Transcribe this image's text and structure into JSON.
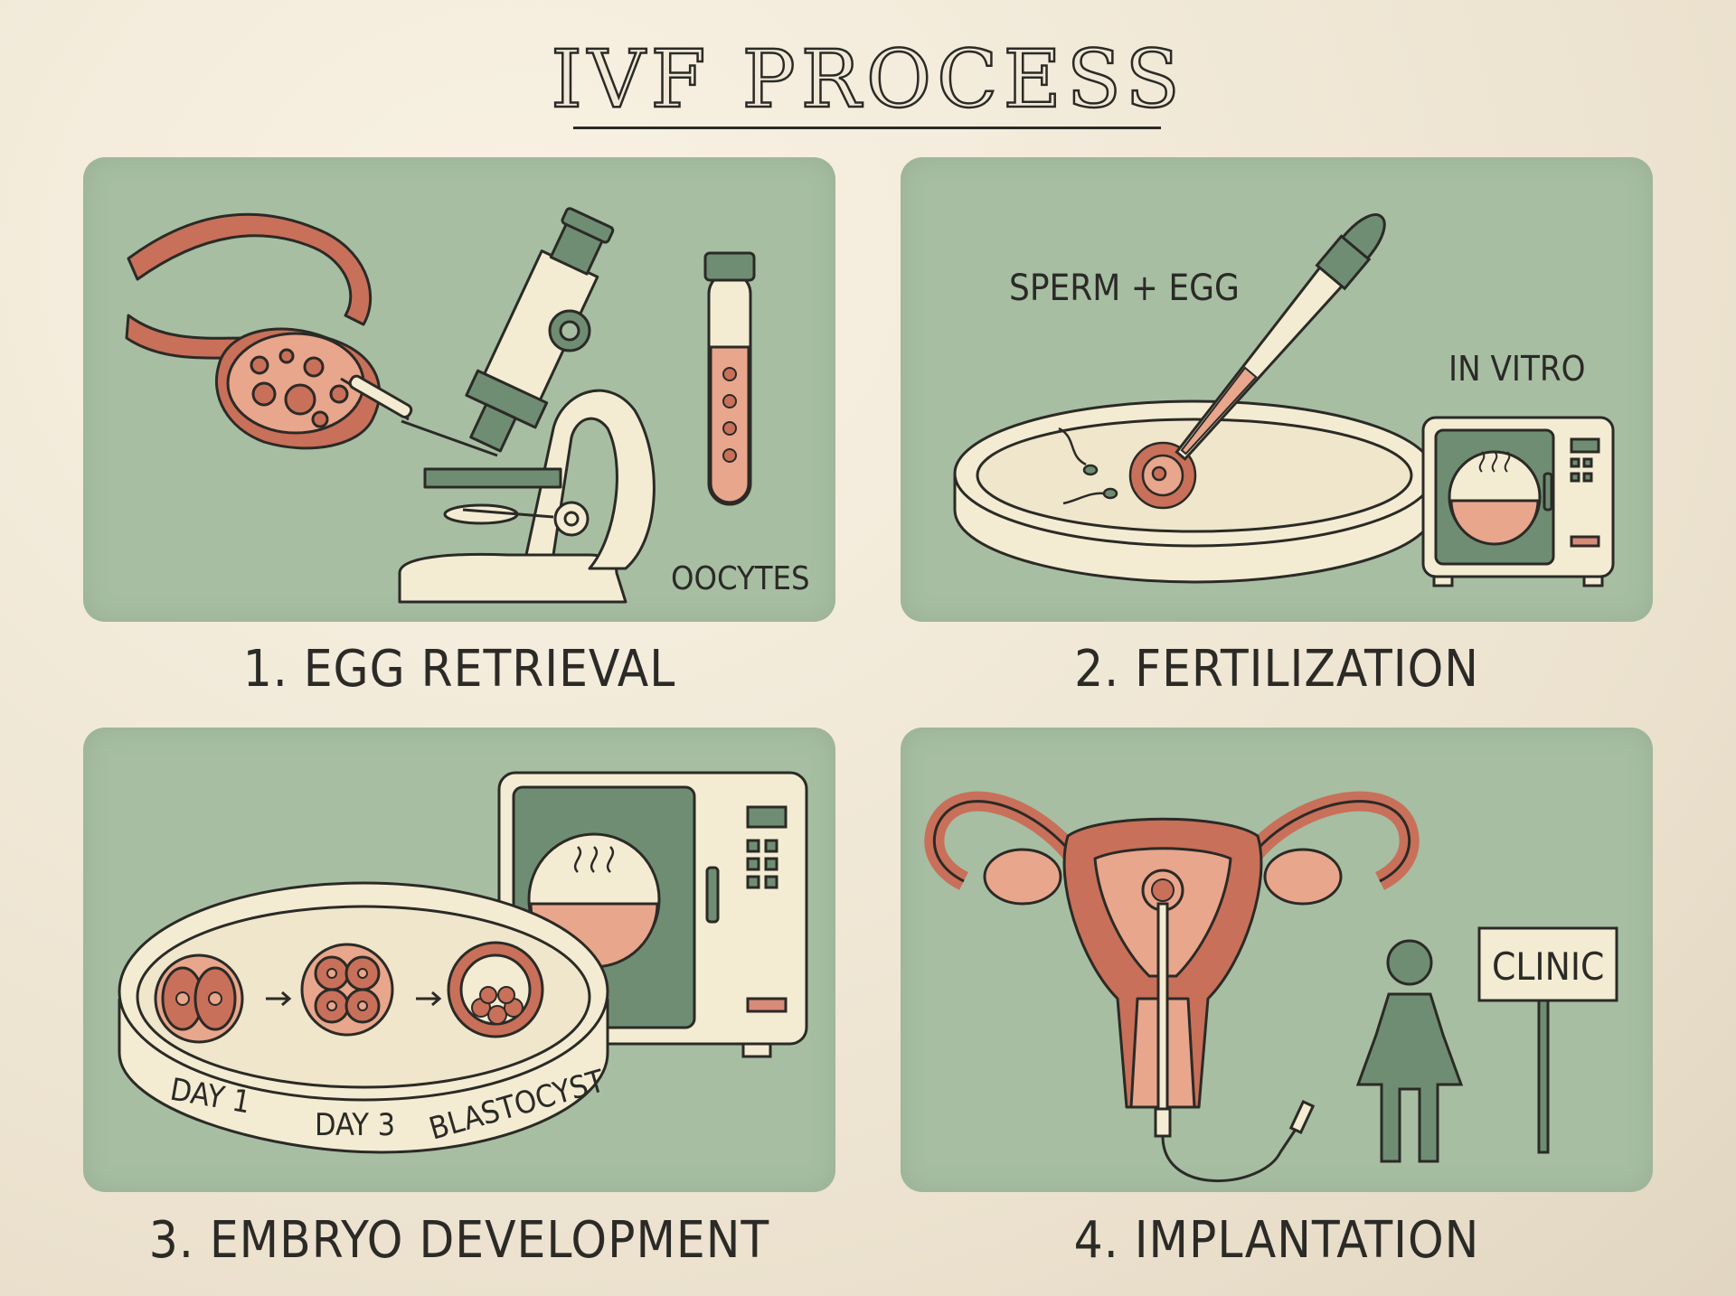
{
  "title": "IVF PROCESS",
  "steps": [
    {
      "caption": "1. EGG RETRIEVAL",
      "labels": {
        "tube": "OOCYTES"
      }
    },
    {
      "caption": "2. FERTILIZATION",
      "labels": {
        "mix": "SPERM + EGG",
        "incubator": "IN VITRO"
      }
    },
    {
      "caption": "3. EMBRYO DEVELOPMENT",
      "labels": {
        "day1": "DAY 1",
        "day3": "DAY 3",
        "blast": "BLASTOCYST"
      }
    },
    {
      "caption": "4. IMPLANTATION",
      "labels": {
        "sign": "CLINIC"
      }
    }
  ],
  "colors": {
    "background": "#f1e9d8",
    "panel": "#a7bea3",
    "tissue": "#c8705a",
    "tissue_light": "#e8a68c",
    "cream": "#f3ecd3",
    "instrument_green": "#6f8d72",
    "outline": "#2b2a26"
  },
  "icons": [
    "ovary-icon",
    "microscope-icon",
    "test-tube-icon",
    "petri-dish-icon",
    "pipette-icon",
    "incubator-icon",
    "embryo-icon",
    "uterus-icon",
    "catheter-icon",
    "woman-icon",
    "sign-icon"
  ]
}
